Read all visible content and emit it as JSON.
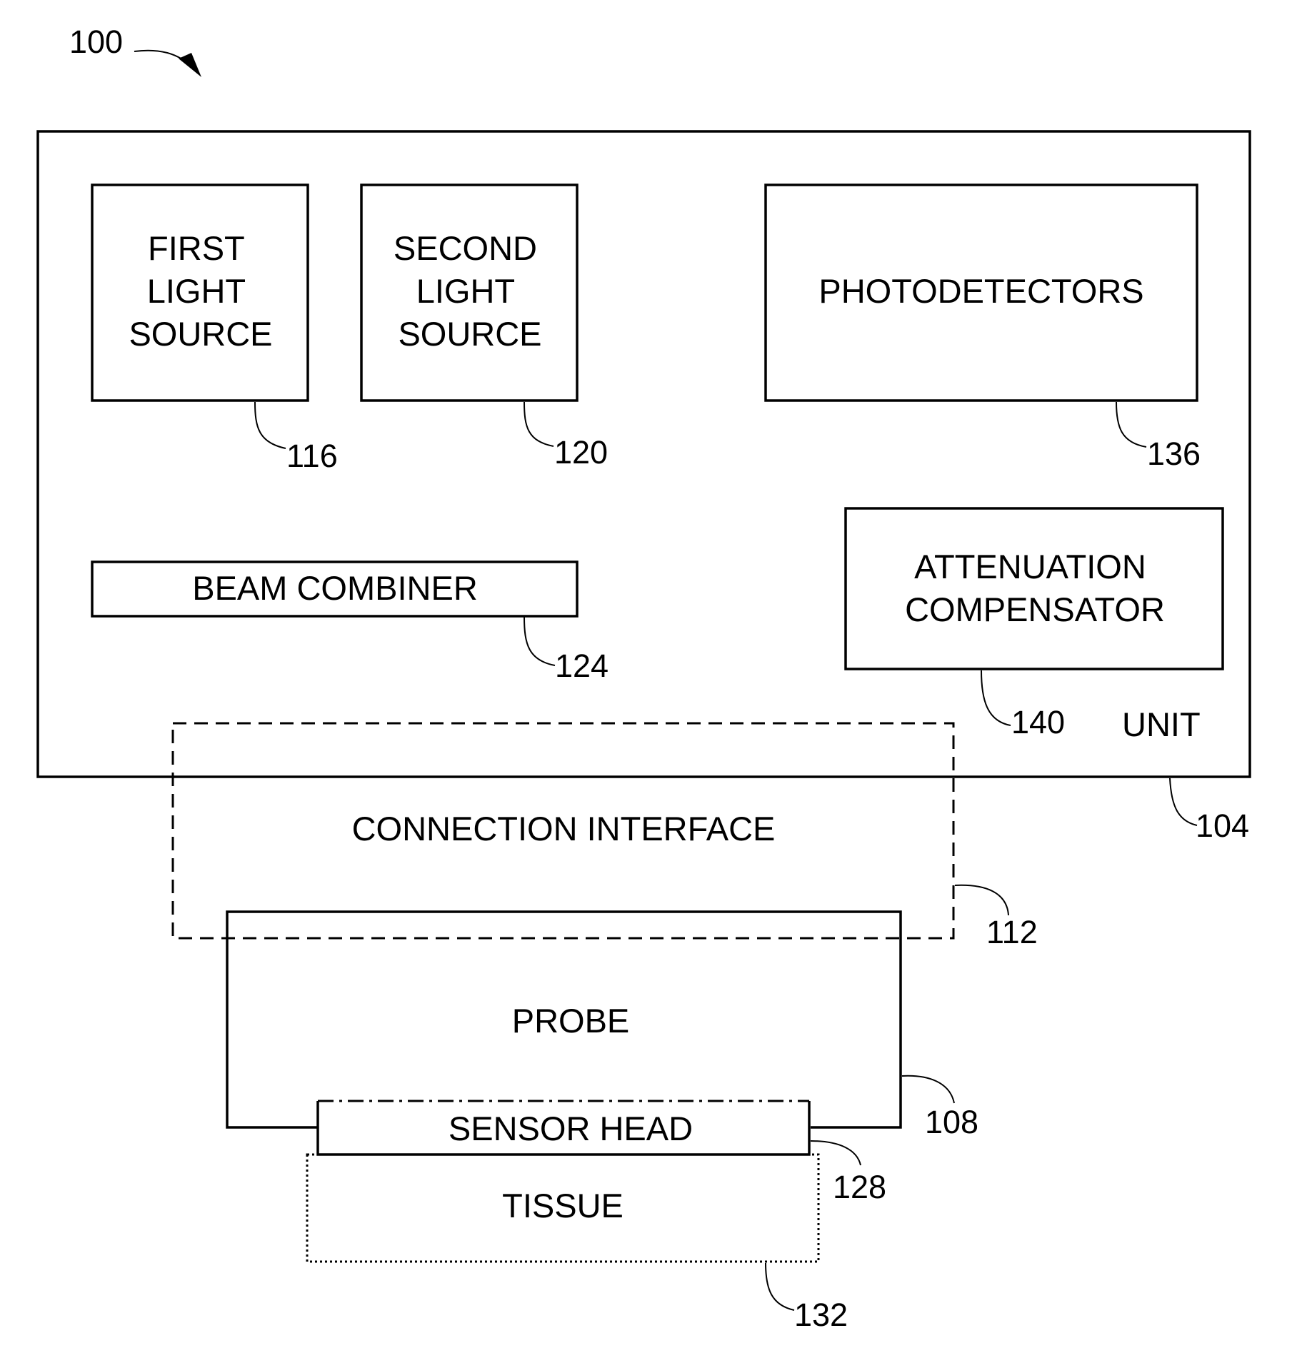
{
  "figure_ref": "100",
  "unit": {
    "label": "UNIT",
    "ref": "104"
  },
  "first_light_source": {
    "lines": [
      "FIRST",
      "LIGHT",
      "SOURCE"
    ],
    "ref": "116"
  },
  "second_light_source": {
    "lines": [
      "SECOND",
      "LIGHT",
      "SOURCE"
    ],
    "ref": "120"
  },
  "photodetectors": {
    "label": "PHOTODETECTORS",
    "ref": "136"
  },
  "beam_combiner": {
    "label": "BEAM COMBINER",
    "ref": "124"
  },
  "attenuation_compensator": {
    "lines": [
      "ATTENUATION",
      "COMPENSATOR"
    ],
    "ref": "140"
  },
  "connection_interface": {
    "label": "CONNECTION INTERFACE",
    "ref": "112"
  },
  "probe": {
    "label": "PROBE",
    "ref": "108"
  },
  "sensor_head": {
    "label": "SENSOR HEAD",
    "ref": "128"
  },
  "tissue": {
    "label": "TISSUE",
    "ref": "132"
  },
  "colors": {
    "line": "#000000",
    "background": "#ffffff"
  }
}
